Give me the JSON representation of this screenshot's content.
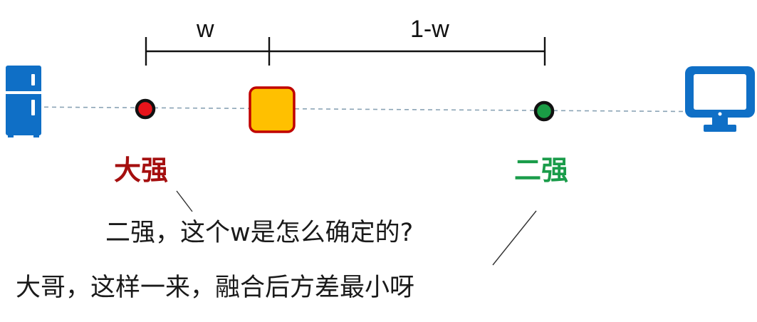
{
  "diagram": {
    "measure": {
      "left_label": "w",
      "right_label": "1-w"
    },
    "sensors": {
      "left_name": "大强",
      "right_name": "二强"
    },
    "dialogue": {
      "question": "二强，这个w是怎么确定的?",
      "answer": "大哥，这样一来，融合后方差最小呀"
    },
    "icons": {
      "left_device": "refrigerator-icon",
      "right_device": "monitor-icon"
    },
    "colors": {
      "left_point": "#e8141b",
      "right_point": "#1a9c45",
      "fused_fill": "#ffc000",
      "fused_border": "#c00000",
      "left_name": "#a50f0f",
      "right_name": "#1a9c4a",
      "device_blue": "#0f6fc6",
      "baseline": "#8aa3b5"
    }
  }
}
